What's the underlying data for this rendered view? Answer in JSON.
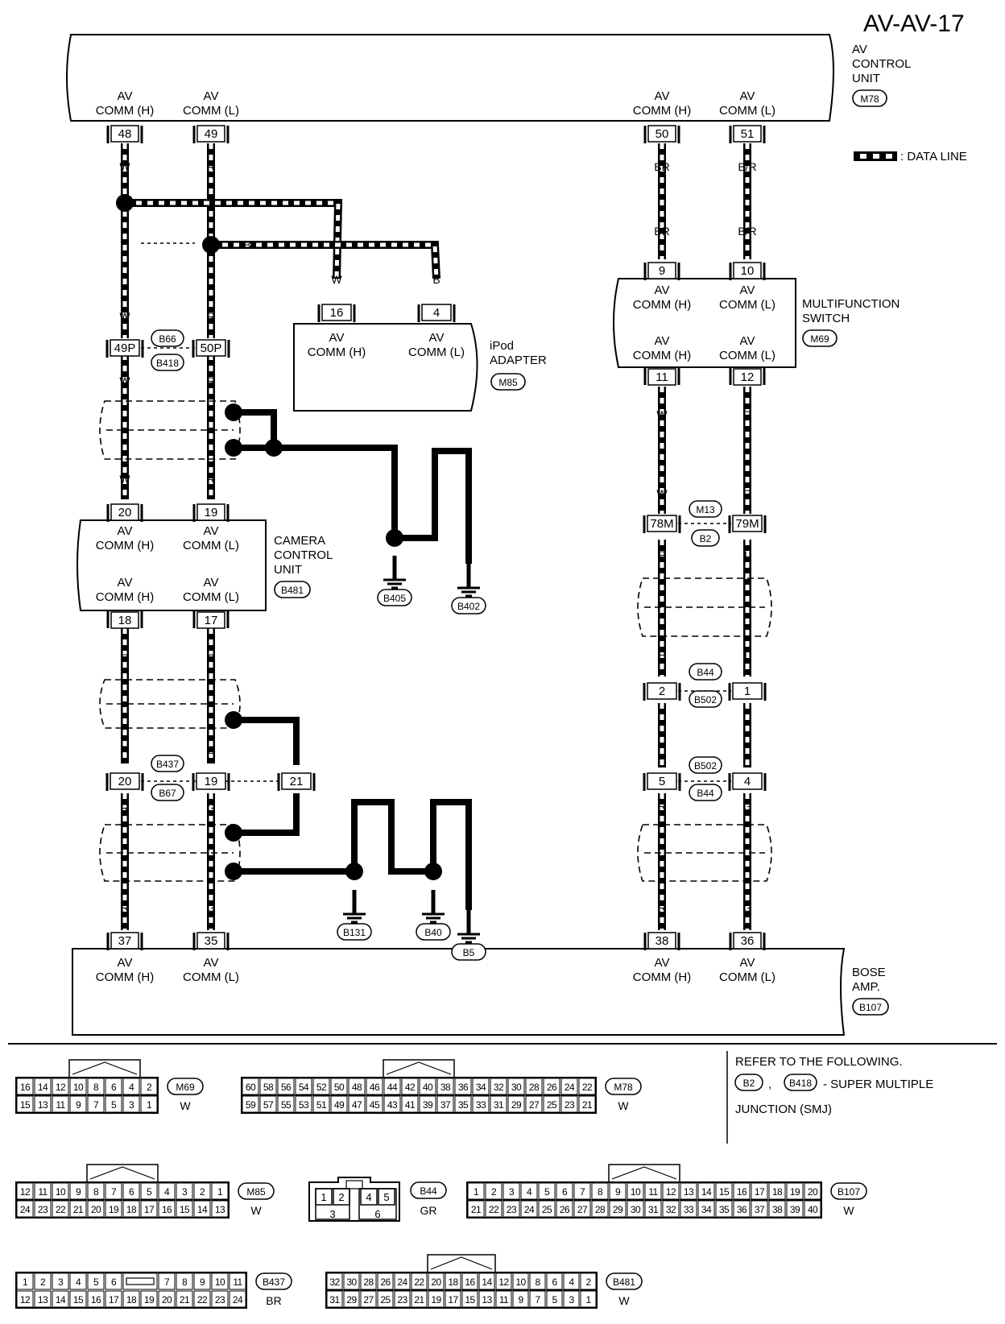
{
  "page_title": "AV-AV-17",
  "legend": {
    "data_line": ": DATA LINE"
  },
  "av_control_unit": {
    "line1": "AV",
    "line2": "CONTROL",
    "line3": "UNIT",
    "code": "M78",
    "pins": [
      {
        "pin": "48",
        "l1": "AV",
        "l2": "COMM (H)"
      },
      {
        "pin": "49",
        "l1": "AV",
        "l2": "COMM (L)"
      },
      {
        "pin": "50",
        "l1": "AV",
        "l2": "COMM (H)"
      },
      {
        "pin": "51",
        "l1": "AV",
        "l2": "COMM (L)"
      }
    ]
  },
  "ipod_adapter": {
    "line1": "iPod",
    "line2": "ADAPTER",
    "code": "M85",
    "pins": [
      {
        "pin": "16",
        "l1": "AV",
        "l2": "COMM (H)"
      },
      {
        "pin": "4",
        "l1": "AV",
        "l2": "COMM (L)"
      }
    ]
  },
  "multifunction_switch": {
    "line1": "MULTIFUNCTION",
    "line2": "SWITCH",
    "code": "M69",
    "pins": [
      {
        "pin": "9",
        "l1": "AV",
        "l2": "COMM (H)"
      },
      {
        "pin": "10",
        "l1": "AV",
        "l2": "COMM (L)"
      },
      {
        "pin": "11",
        "l1": "AV",
        "l2": "COMM (H)"
      },
      {
        "pin": "12",
        "l1": "AV",
        "l2": "COMM (L)"
      }
    ]
  },
  "camera_control_unit": {
    "line1": "CAMERA",
    "line2": "CONTROL",
    "line3": "UNIT",
    "code": "B481",
    "pins": [
      {
        "pin": "20",
        "l1": "AV",
        "l2": "COMM (H)"
      },
      {
        "pin": "19",
        "l1": "AV",
        "l2": "COMM (L)"
      },
      {
        "pin": "18",
        "l1": "AV",
        "l2": "COMM (H)"
      },
      {
        "pin": "17",
        "l1": "AV",
        "l2": "COMM (L)"
      }
    ]
  },
  "bose_amp": {
    "line1": "BOSE",
    "line2": "AMP.",
    "code": "B107",
    "pins": [
      {
        "pin": "37",
        "l1": "AV",
        "l2": "COMM (H)"
      },
      {
        "pin": "35",
        "l1": "AV",
        "l2": "COMM (L)"
      },
      {
        "pin": "38",
        "l1": "AV",
        "l2": "COMM (H)"
      },
      {
        "pin": "36",
        "l1": "AV",
        "l2": "COMM (L)"
      }
    ]
  },
  "wire_colors": {
    "w": "W",
    "r": "R",
    "b": "B",
    "br": "BR",
    "b_r": "B/R",
    "p": "P",
    "l": "L",
    "g": "G"
  },
  "joint_connectors": {
    "b66": "B66",
    "b418": "B418",
    "p49": "49P",
    "p50": "50P",
    "m13": "M13",
    "b2": "B2",
    "p78": "78M",
    "p79": "79M",
    "b44": "B44",
    "b502": "B502",
    "p2": "2",
    "p1": "1",
    "p5": "5",
    "p4": "4",
    "b437": "B437",
    "b67": "B67",
    "p20": "20",
    "p19": "19",
    "p21": "21"
  },
  "grounds": [
    "B405",
    "B402",
    "B131",
    "B40",
    "B5"
  ],
  "refer_note": {
    "line1": "REFER TO THE FOLLOWING.",
    "codes": "B2 , B418",
    "line2": "- SUPER MULTIPLE",
    "line3": "JUNCTION (SMJ)"
  },
  "connector_tables": [
    {
      "code": "M69",
      "color": "W",
      "top": [
        "16",
        "14",
        "12",
        "10",
        "8",
        "6",
        "4",
        "2"
      ],
      "bottom": [
        "15",
        "13",
        "11",
        "9",
        "7",
        "5",
        "3",
        "1"
      ]
    },
    {
      "code": "M78",
      "color": "W",
      "top": [
        "60",
        "58",
        "56",
        "54",
        "52",
        "50",
        "48",
        "46",
        "44",
        "42",
        "40",
        "38",
        "36",
        "34",
        "32",
        "30",
        "28",
        "26",
        "24",
        "22"
      ],
      "bottom": [
        "59",
        "57",
        "55",
        "53",
        "51",
        "49",
        "47",
        "45",
        "43",
        "41",
        "39",
        "37",
        "35",
        "33",
        "31",
        "29",
        "27",
        "25",
        "23",
        "21"
      ]
    },
    {
      "code": "M85",
      "color": "W",
      "top": [
        "12",
        "11",
        "10",
        "9",
        "8",
        "7",
        "6",
        "5",
        "4",
        "3",
        "2",
        "1"
      ],
      "bottom": [
        "24",
        "23",
        "22",
        "21",
        "20",
        "19",
        "18",
        "17",
        "16",
        "15",
        "14",
        "13"
      ]
    },
    {
      "code": "B44",
      "color": "GR",
      "top": [
        "1",
        "2",
        "4",
        "5"
      ],
      "bottom": [
        "3",
        "6"
      ]
    },
    {
      "code": "B107",
      "color": "W",
      "top": [
        "1",
        "2",
        "3",
        "4",
        "5",
        "6",
        "7",
        "8",
        "9",
        "10",
        "11",
        "12",
        "13",
        "14",
        "15",
        "16",
        "17",
        "18",
        "19",
        "20"
      ],
      "bottom": [
        "21",
        "22",
        "23",
        "24",
        "25",
        "26",
        "27",
        "28",
        "29",
        "30",
        "31",
        "32",
        "33",
        "34",
        "35",
        "36",
        "37",
        "38",
        "39",
        "40"
      ]
    },
    {
      "code": "B437",
      "color": "BR",
      "top": [
        "1",
        "2",
        "3",
        "4",
        "5",
        "6",
        "",
        "7",
        "8",
        "9",
        "10",
        "11"
      ],
      "bottom": [
        "12",
        "13",
        "14",
        "15",
        "16",
        "17",
        "18",
        "19",
        "20",
        "21",
        "22",
        "23",
        "24"
      ]
    },
    {
      "code": "B481",
      "color": "W",
      "top": [
        "32",
        "30",
        "28",
        "26",
        "24",
        "22",
        "20",
        "18",
        "16",
        "14",
        "12",
        "10",
        "8",
        "6",
        "4",
        "2"
      ],
      "bottom": [
        "31",
        "29",
        "27",
        "25",
        "23",
        "21",
        "19",
        "17",
        "15",
        "13",
        "11",
        "9",
        "7",
        "5",
        "3",
        "1"
      ]
    }
  ]
}
